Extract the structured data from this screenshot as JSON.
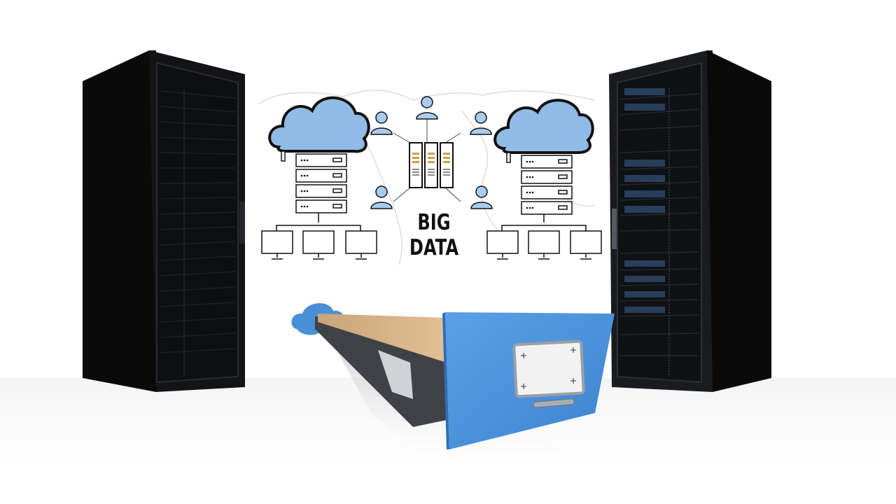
{
  "scene": {
    "title": "Big Data storage illustration",
    "background_color": "#ffffff"
  },
  "diagram": {
    "headline_line1": "BIG",
    "headline_line2": "DATA",
    "left_group": {
      "cloud": "cloud-icon",
      "server_units": 4,
      "computers": 3
    },
    "center_hub": {
      "server_towers": 3,
      "users": 5
    },
    "right_group": {
      "cloud": "cloud-icon",
      "server_units": 4,
      "computers": 3
    },
    "colors": {
      "cloud_fill": "#8fbbe6",
      "user_fill": "#a9cdee",
      "line": "#111111",
      "map_sketch": "#d9dde2",
      "drive_dots": "#c9a24a"
    }
  },
  "objects": {
    "left_rack": {
      "label": "server-rack",
      "color": "#0d0d0f"
    },
    "right_rack": {
      "label": "server-rack",
      "color": "#0d0d0f",
      "led_color": "#3b5a86"
    },
    "file_drawer": {
      "label": "file-drawer",
      "front_color": "#4a90d9",
      "folders_color": "#d9b48a",
      "label_plate": "#f2f2f2"
    },
    "small_cloud": {
      "label": "cloud",
      "color": "#4a8fd6"
    }
  }
}
